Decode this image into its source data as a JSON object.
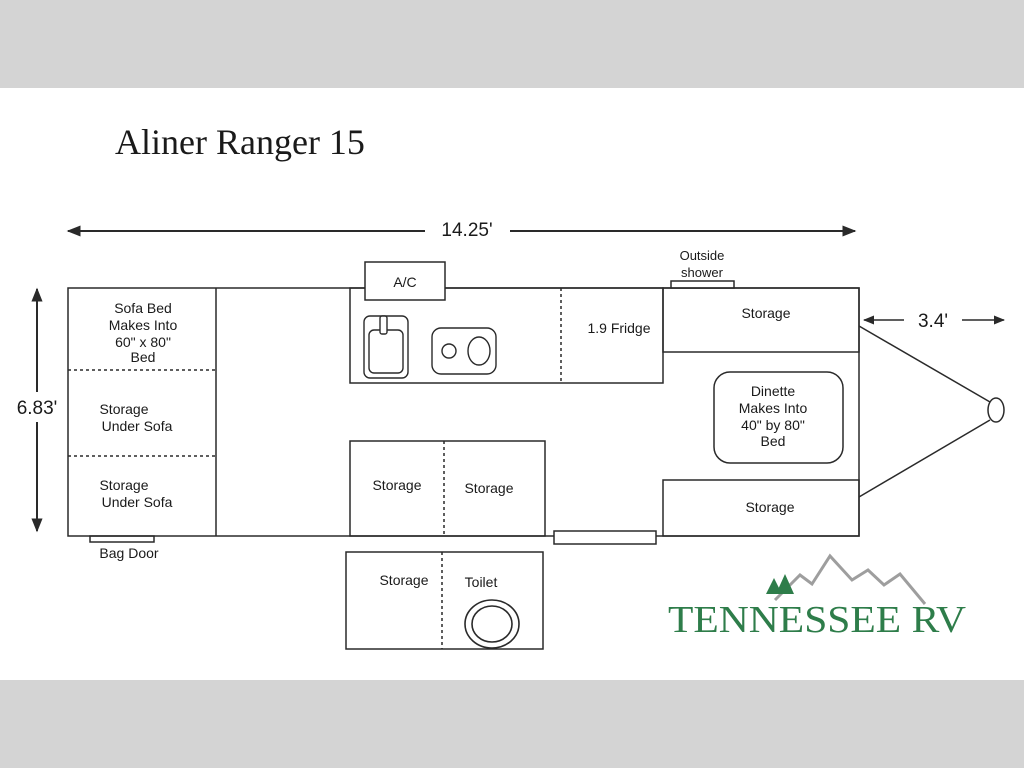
{
  "title": "Aliner Ranger 15",
  "dimensions": {
    "length": "14.25'",
    "width": "6.83'",
    "tongue": "3.4'"
  },
  "labels": {
    "sofa_bed": [
      "Sofa Bed",
      "Makes Into",
      "60\" x 80\"",
      "Bed"
    ],
    "storage_under_sofa_1": [
      "Storage",
      "Under Sofa"
    ],
    "storage_under_sofa_2": [
      "Storage",
      "Under Sofa"
    ],
    "ac": "A/C",
    "fridge": "1.9 Fridge",
    "outside_shower": [
      "Outside",
      "shower"
    ],
    "storage_front_top": "Storage",
    "dinette": [
      "Dinette",
      "Makes Into",
      "40\" by 80\"",
      "Bed"
    ],
    "storage_front_bottom": "Storage",
    "storage_mid_left": "Storage",
    "storage_mid_right": "Storage",
    "bag_door": "Bag Door",
    "storage_bath": "Storage",
    "toilet": "Toilet"
  },
  "logo": {
    "text": "TENNESSEE RV",
    "color": "#2e7d4a",
    "mountain_color": "#9e9e9e"
  },
  "colors": {
    "line": "#2a2a2a",
    "background_band": "#d4d4d4",
    "paper": "#ffffff"
  },
  "icons": [
    "sink-icon",
    "stove-icon",
    "toilet-icon",
    "arrow-icon"
  ]
}
